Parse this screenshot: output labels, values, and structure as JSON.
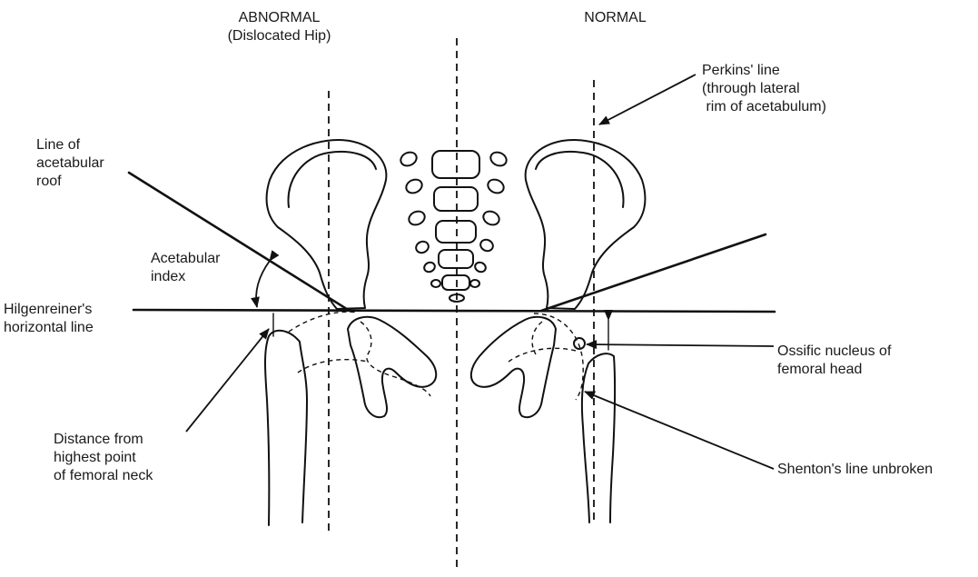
{
  "headers": {
    "abnormal": "ABNORMAL\n(Dislocated Hip)",
    "normal": "NORMAL"
  },
  "labels": {
    "perkins_line": "Perkins' line\n(through lateral\n rim of acetabulum)",
    "line_of_acetabular_roof": "Line of\nacetabular\nroof",
    "acetabular_index": "Acetabular\nindex",
    "hilgenreiner_line": "Hilgenreiner's\nhorizontal line",
    "ossific_nucleus": "Ossific nucleus of\nfemoral head",
    "distance_from_highest_point": "Distance from\nhighest point\nof femoral neck",
    "shenton_line": "Shenton's line unbroken"
  }
}
